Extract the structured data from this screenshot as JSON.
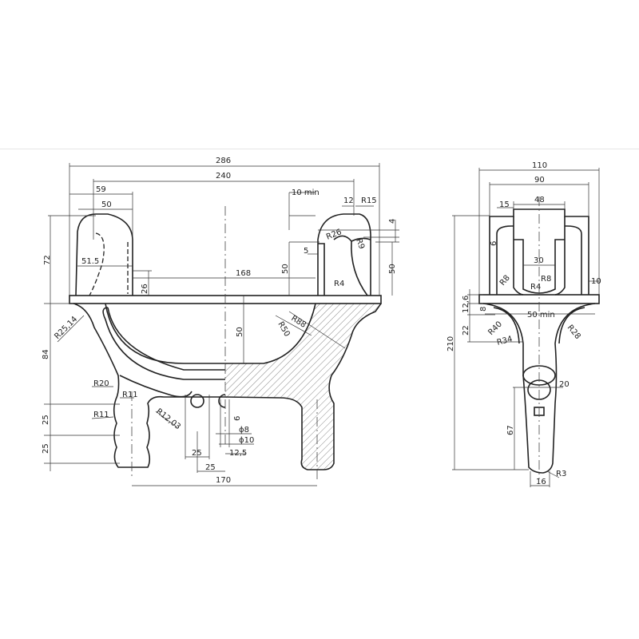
{
  "front_view": {
    "dims": {
      "d286": "286",
      "d240": "240",
      "d59": "59",
      "d50_top": "50",
      "d10min": "10 min",
      "d12": "12",
      "r15": "R15",
      "d4": "4",
      "r26": "R26",
      "r9": "R9",
      "d5": "5",
      "d51_5": "51.5",
      "d72": "72",
      "d26": "26",
      "d168": "168",
      "d50_ear": "50",
      "d50_right": "50",
      "r4": "R4",
      "r25_14": "R25,14",
      "d84": "84",
      "r88": "R88",
      "r50": "R50",
      "d50_center": "50",
      "r20": "R20",
      "r11_a": "R11",
      "r11_b": "R11",
      "r12_03": "R12,03",
      "d25_a": "25",
      "d25_b": "25",
      "phi8": "ϕ8",
      "phi10": "ϕ10",
      "d6": "6",
      "d25_c": "25",
      "d25_d": "25",
      "d12_5": "12,5",
      "d170": "170"
    }
  },
  "side_view": {
    "dims": {
      "d110": "110",
      "d90": "90",
      "d48": "48",
      "d15": "15",
      "d6": "6",
      "d30": "30",
      "r8_a": "R8",
      "r8_b": "R8",
      "r4": "R4",
      "d10": "10",
      "d12_6": "12,6",
      "d8": "8",
      "d50min": "50 min",
      "d22": "22",
      "r40": "R40",
      "r34": "R34",
      "r28": "R28",
      "d210": "210",
      "d20": "20",
      "d67": "67",
      "d16": "16",
      "r3": "R3"
    }
  }
}
